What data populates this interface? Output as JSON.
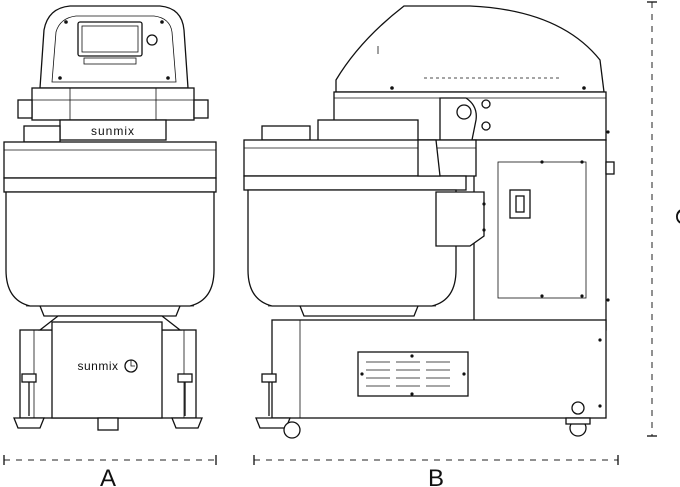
{
  "dimensions": {
    "width_label": "A",
    "depth_label": "B",
    "height_label": "C"
  },
  "brand": {
    "front_panel_logo": "sunmix",
    "base_logo": "sunmix"
  }
}
